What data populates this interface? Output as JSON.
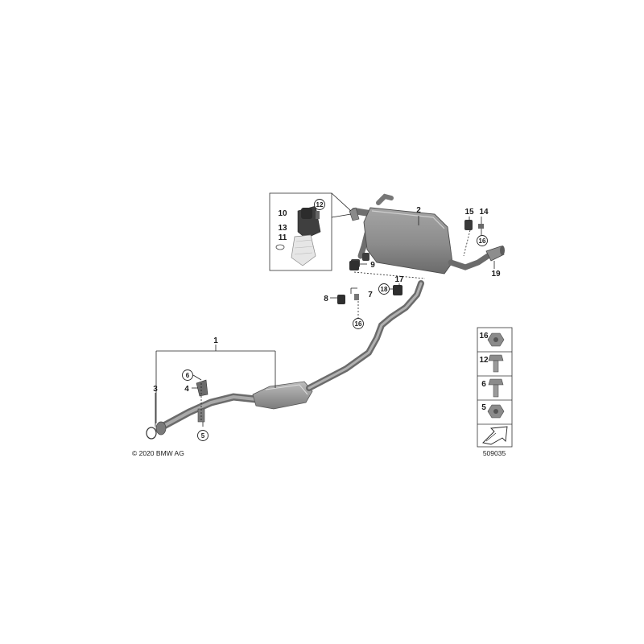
{
  "diagram": {
    "callouts": {
      "c1": "1",
      "c2": "2",
      "c3": "3",
      "c4": "4",
      "c5": "5",
      "c6": "6",
      "c7": "7",
      "c8": "8",
      "c9": "9",
      "c10": "10",
      "c11": "11",
      "c12": "12",
      "c13": "13",
      "c14": "14",
      "c15": "15",
      "c16a": "16",
      "c16b": "16",
      "c17": "17",
      "c18": "18",
      "c19": "19"
    },
    "legend": {
      "items": [
        {
          "label": "16"
        },
        {
          "label": "12"
        },
        {
          "label": "6"
        },
        {
          "label": "5"
        }
      ]
    },
    "copyright": "© 2020 BMW AG",
    "reference_number": "509035",
    "colors": {
      "part_fill": "#8f8f8f",
      "part_dark": "#5e5e5e",
      "part_light": "#c4c4c4",
      "line": "#222222"
    }
  }
}
